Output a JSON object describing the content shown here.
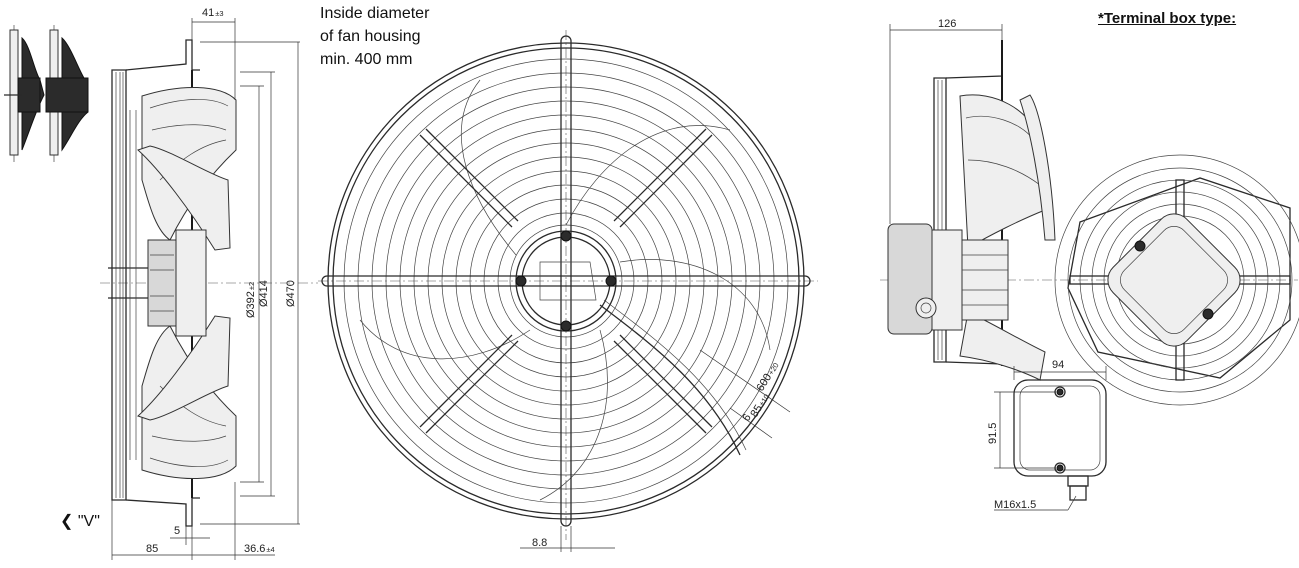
{
  "notes": {
    "housing_line1": "Inside diameter",
    "housing_line2": "of fan housing",
    "housing_line3": "min. 400 mm"
  },
  "terminal_box": {
    "title": "*Terminal box type:"
  },
  "view": {
    "arrow": "❮",
    "label": "\"V\""
  },
  "dimensions": {
    "d41": "41",
    "d41_tol": "±3",
    "d392": "Ø392",
    "d392_tol": "±2",
    "d414": "Ø414",
    "d470": "Ø470",
    "d5": "5",
    "d85": "85",
    "d36_6": "36.6",
    "d36_6_tol": "±4",
    "d8_8": "8.8",
    "d600": "600",
    "d600_tol": "+20",
    "d85b": "85",
    "d85b_tol": "±10",
    "d6": "6",
    "d126": "126",
    "d94": "94",
    "d91_5": "91.5",
    "thread": "M16x1.5"
  }
}
